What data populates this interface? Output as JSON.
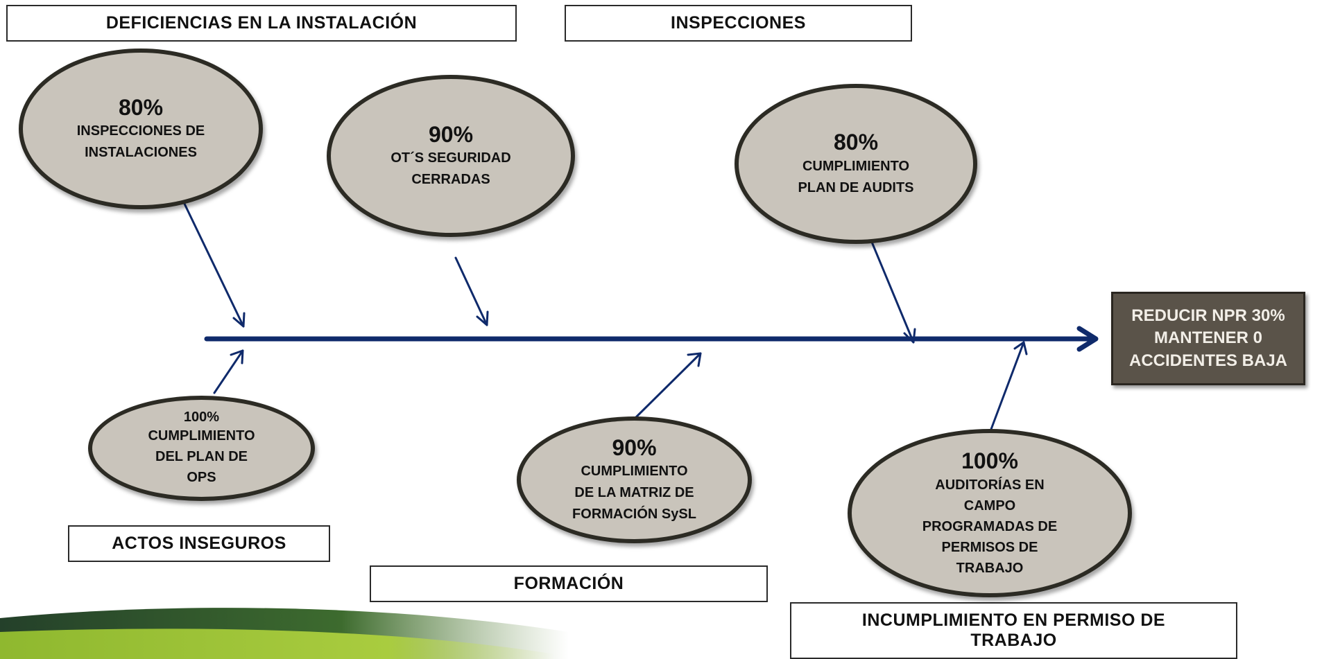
{
  "categories": {
    "deficiencias": "DEFICIENCIAS EN LA INSTALACIÓN",
    "inspecciones": "INSPECCIONES",
    "actos_inseguros": "ACTOS INSEGUROS",
    "formacion": "FORMACIÓN",
    "permiso": "INCUMPLIMIENTO EN PERMISO DE TRABAJO"
  },
  "metrics": {
    "inspecciones_instalaciones": {
      "pct": "80%",
      "text": "INSPECCIONES DE\nINSTALACIONES"
    },
    "ots_seguridad": {
      "pct": "90%",
      "text": "OT´S SEGURIDAD\nCERRADAS"
    },
    "plan_audits": {
      "pct": "80%",
      "text": "CUMPLIMIENTO\nPLAN DE AUDITS"
    },
    "plan_ops": {
      "pct": "100%",
      "text": "CUMPLIMIENTO\nDEL PLAN DE\nOPS"
    },
    "matriz_formacion": {
      "pct": "90%",
      "text": "CUMPLIMIENTO\nDE LA MATRIZ DE\nFORMACIÓN SySL"
    },
    "auditorias_campo": {
      "pct": "100%",
      "text": "AUDITORÍAS EN\nCAMPO\nPROGRAMADAS DE\nPERMISOS DE\nTRABAJO"
    }
  },
  "goal": {
    "text": "REDUCIR NPR 30%\nMANTENER 0\nACCIDENTES BAJA"
  },
  "colors": {
    "spine": "#0f2a6b",
    "bubble_fill": "#c9c4bb",
    "bubble_border": "#2c2b24",
    "goal_fill": "#5a5349",
    "banner_dark": "#3d6b2e",
    "banner_light": "#9cc43a"
  }
}
